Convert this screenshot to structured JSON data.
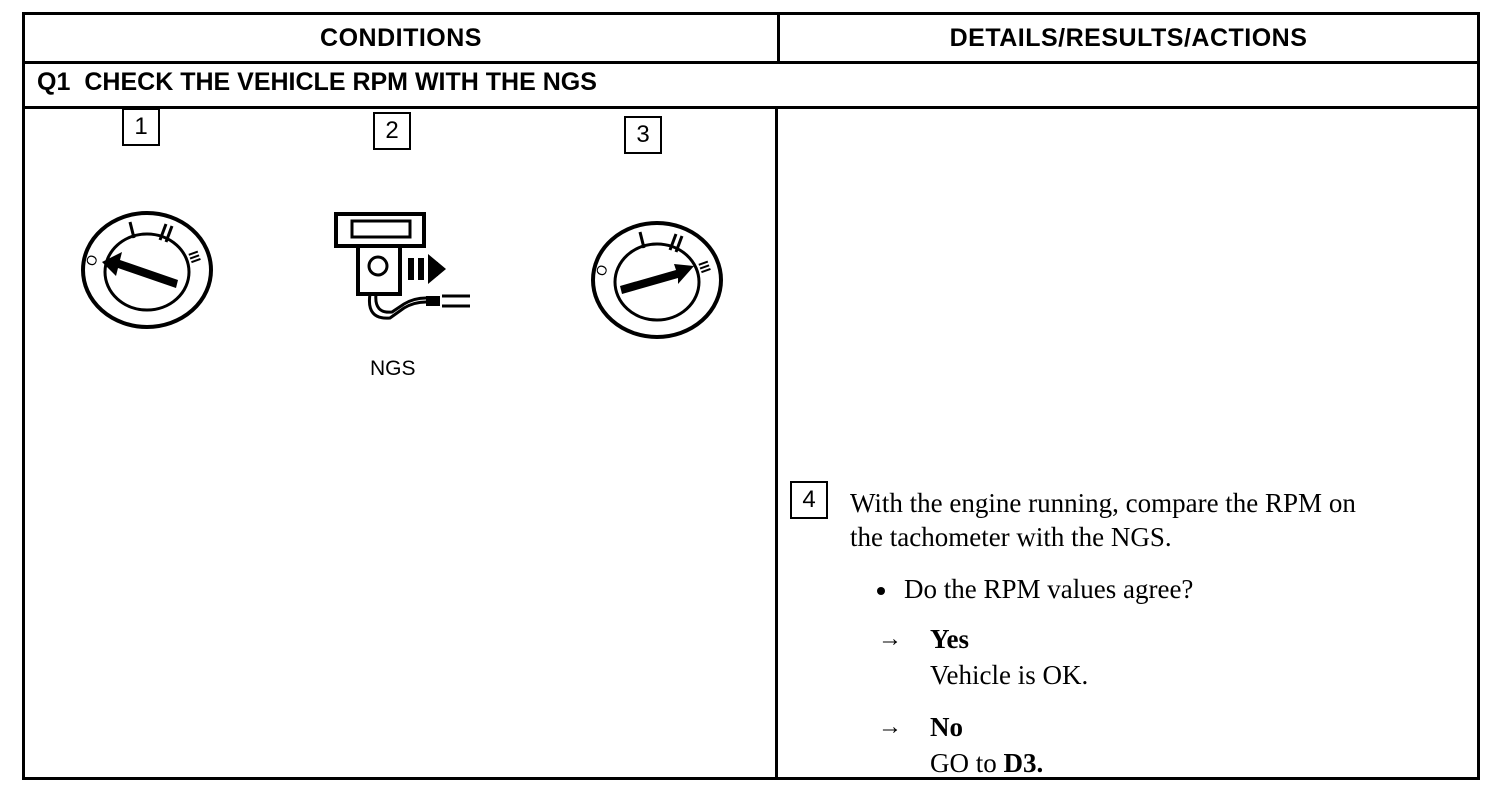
{
  "header": {
    "conditions": "CONDITIONS",
    "details": "DETAILS/RESULTS/ACTIONS"
  },
  "question": {
    "id": "Q1",
    "title": "CHECK THE VEHICLE RPM WITH THE NGS"
  },
  "steps": [
    {
      "number": "1",
      "icon": "ignition-key-off-icon"
    },
    {
      "number": "2",
      "icon": "ngs-tester-connect-icon",
      "label": "NGS"
    },
    {
      "number": "3",
      "icon": "ignition-key-run-icon"
    }
  ],
  "detail": {
    "step_number": "4",
    "instruction_line1": "With the engine running, compare the RPM on",
    "instruction_line2": "the tachometer with the NGS.",
    "question": "Do the RPM values agree?",
    "results": [
      {
        "arrow": "→",
        "answer": "Yes",
        "action": "Vehicle is OK."
      },
      {
        "arrow": "→",
        "answer": "No",
        "action_prefix": "GO to ",
        "action_target": "D3."
      }
    ]
  }
}
